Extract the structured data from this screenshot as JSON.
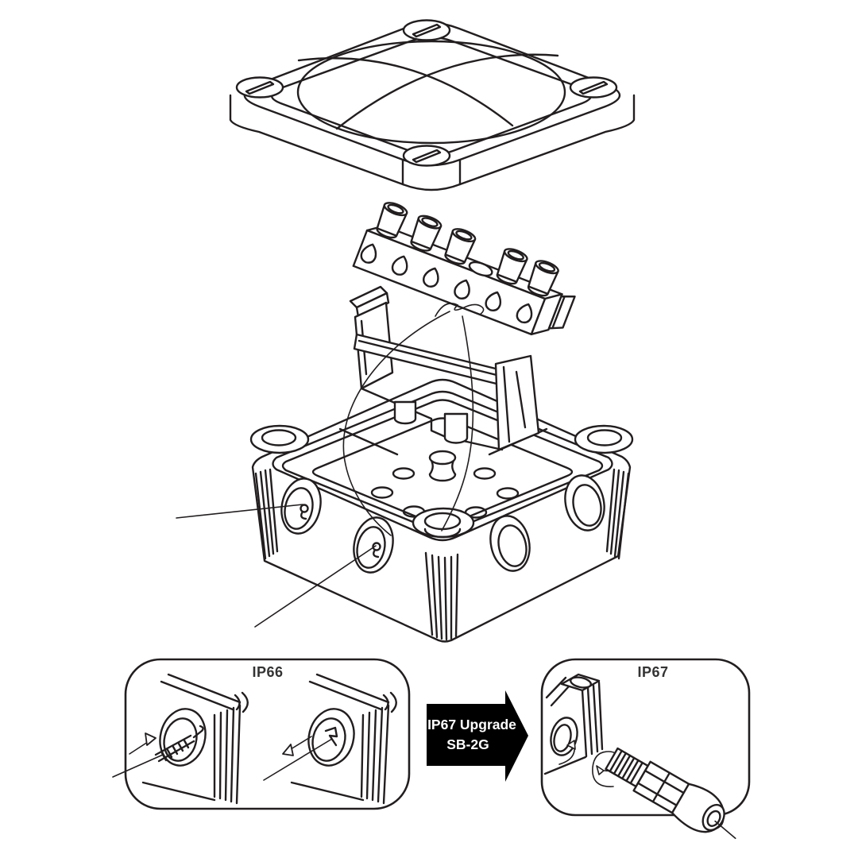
{
  "canvas": {
    "background": "#ffffff",
    "line_color": "#221e1f"
  },
  "illustration": {
    "type": "exploded-assembly-line-drawing",
    "parts": [
      {
        "id": "lid-with-screws-and-dome"
      },
      {
        "id": "screw-terminal-block"
      },
      {
        "id": "terminal-retainer-bracket"
      },
      {
        "id": "junction-box-body-with-membrane-entries"
      }
    ]
  },
  "callouts": {
    "ip66_panel": {
      "label": "IP66",
      "label_color": "#333333"
    },
    "upgrade_arrow": {
      "line1": "IP67 Upgrade",
      "line2": "SB-2G",
      "fill": "#000000",
      "text_color": "#ffffff"
    },
    "ip67_panel": {
      "label": "IP67",
      "label_color": "#333333"
    }
  }
}
